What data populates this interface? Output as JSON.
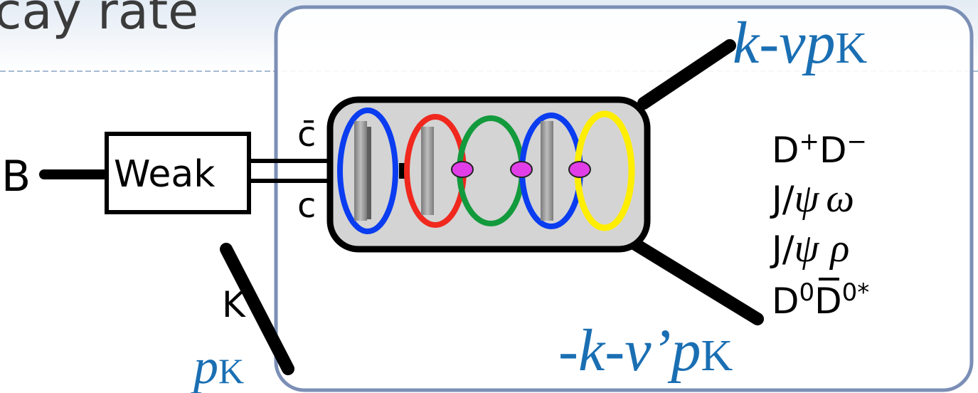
{
  "slide": {
    "title_fragment": "cay rate"
  },
  "decay": {
    "initial_meson": "B",
    "vertex_label": "Weak",
    "antiquark": "c̄",
    "quark": "c",
    "kaon_label": "K",
    "kaon_momentum": {
      "base": "p",
      "sub": "K"
    }
  },
  "outgoing": {
    "upper_momentum": {
      "prefix": "k-ν",
      "base": "p",
      "sub": "K"
    },
    "lower_momentum": {
      "prefix": "-k-ν’",
      "base": "p",
      "sub": "K"
    }
  },
  "final_states": {
    "dd": {
      "a": "D",
      "a_sup": "+",
      "b": "D",
      "b_sup": "−"
    },
    "jpsi_omega": {
      "a": "J/",
      "psi": "ψ",
      "b": "ω"
    },
    "jpsi_rho": {
      "a": "J/",
      "psi": "ψ",
      "b": "ρ"
    },
    "d0d0star": {
      "a": "D",
      "a_sup": "0",
      "b": "D",
      "b_sup": "0*"
    }
  },
  "colors": {
    "momentum_blue": "#1a6fb3",
    "loop_blue": "#0a3cf0",
    "loop_red": "#f0281e",
    "loop_green": "#129a3c",
    "loop_yellow": "#ffee00",
    "vertex_magenta": "#e23ee8",
    "panel_border": "#7b8fb6",
    "panel_fill": "#ffffff",
    "blob_fill": "#d4d4d4"
  }
}
